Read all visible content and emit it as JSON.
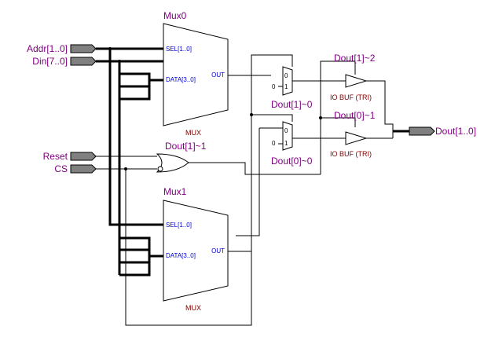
{
  "ports": {
    "addr": "Addr[1..0]",
    "din": "Din[7..0]",
    "reset": "Reset",
    "cs": "CS",
    "dout": "Dout[1..0]"
  },
  "mux0": {
    "name": "Mux0",
    "sel": "SEL[1..0]",
    "data": "DATA[3..0]",
    "out": "OUT",
    "type": "MUX"
  },
  "mux1": {
    "name": "Mux1",
    "sel": "SEL[1..0]",
    "data": "DATA[3..0]",
    "out": "OUT",
    "type": "MUX"
  },
  "sel_mux_top": {
    "name": "Dout[1]~0",
    "in0": "0",
    "in1": "1",
    "const": "0"
  },
  "sel_mux_bot": {
    "name": "Dout[0]~0",
    "in0": "0",
    "in1": "1",
    "const": "0"
  },
  "or_gate": {
    "name": "Dout[1]~1"
  },
  "buf_top": {
    "name": "Dout[1]~2",
    "type": "IO  BUF (TRI)"
  },
  "buf_bot": {
    "name": "Dout[0]~1",
    "type": "IO  BUF (TRI)"
  }
}
